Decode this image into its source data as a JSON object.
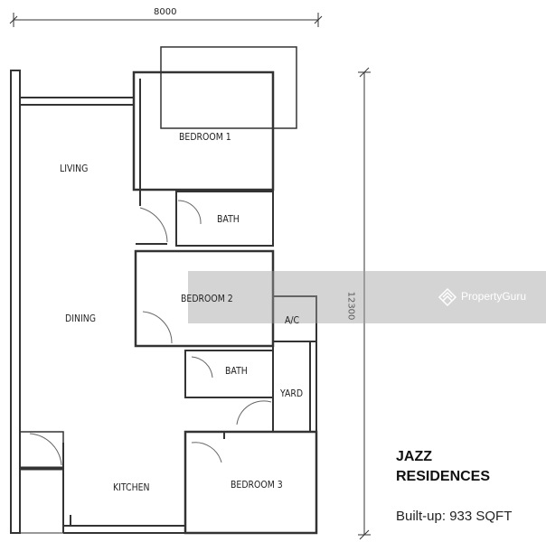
{
  "plan": {
    "width_dimension": "8000",
    "height_dimension": "12300",
    "rooms": {
      "bedroom1": "BEDROOM 1",
      "living": "LIVING",
      "bath1": "BATH",
      "bedroom2": "BEDROOM 2",
      "dining": "DINING",
      "ac": "A/C",
      "bath2": "BATH",
      "yard": "YARD",
      "kitchen": "KITCHEN",
      "bedroom3": "BEDROOM 3"
    }
  },
  "info": {
    "name_line1": "JAZZ",
    "name_line2": "RESIDENCES",
    "built_up": "Built-up: 933 SQFT"
  },
  "watermark": {
    "text": "PropertyGuru"
  }
}
